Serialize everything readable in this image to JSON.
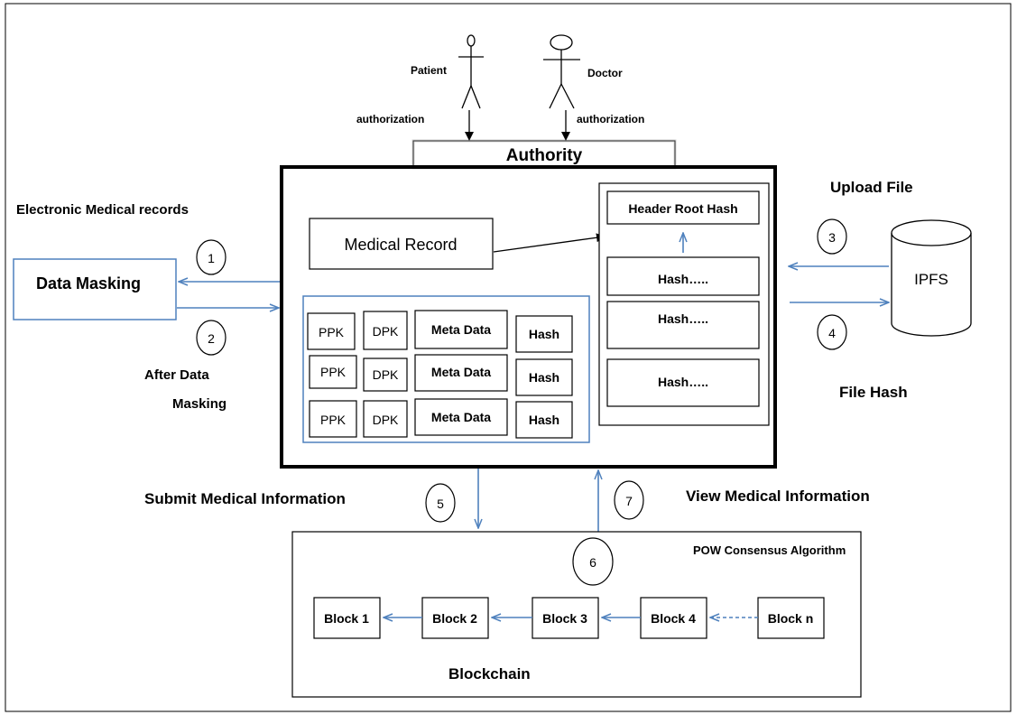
{
  "actors": {
    "patient": "Patient",
    "doctor": "Doctor",
    "patient_auth": "authorization",
    "doctor_auth": "authorization"
  },
  "authority": "Authority",
  "labels": {
    "emr": "Electronic Medical records",
    "after_masking_1": "After Data",
    "after_masking_2": "Masking",
    "upload_file": "Upload File",
    "file_hash": "File Hash",
    "submit_info": "Submit Medical Information",
    "view_info": "View Medical Information",
    "pow": "POW Consensus Algorithm",
    "blockchain": "Blockchain"
  },
  "data_masking": "Data Masking",
  "medical_record": "Medical Record",
  "header_root_hash": "Header Root Hash",
  "hash_boxes": [
    "Hash…..",
    "Hash…..",
    "Hash….."
  ],
  "ipfs": "IPFS",
  "steps": [
    "1",
    "2",
    "3",
    "4",
    "5",
    "6",
    "7"
  ],
  "record_rows": [
    {
      "ppk": "PPK",
      "dpk": "DPK",
      "meta": "Meta Data",
      "hash": "Hash"
    },
    {
      "ppk": "PPK",
      "dpk": "DPK",
      "meta": "Meta Data",
      "hash": "Hash"
    },
    {
      "ppk": "PPK",
      "dpk": "DPK",
      "meta": "Meta Data",
      "hash": "Hash"
    }
  ],
  "blocks": [
    "Block 1",
    "Block 2",
    "Block 3",
    "Block 4",
    "Block n"
  ],
  "colors": {
    "connector": "#4f81bd",
    "outline": "#000000"
  }
}
